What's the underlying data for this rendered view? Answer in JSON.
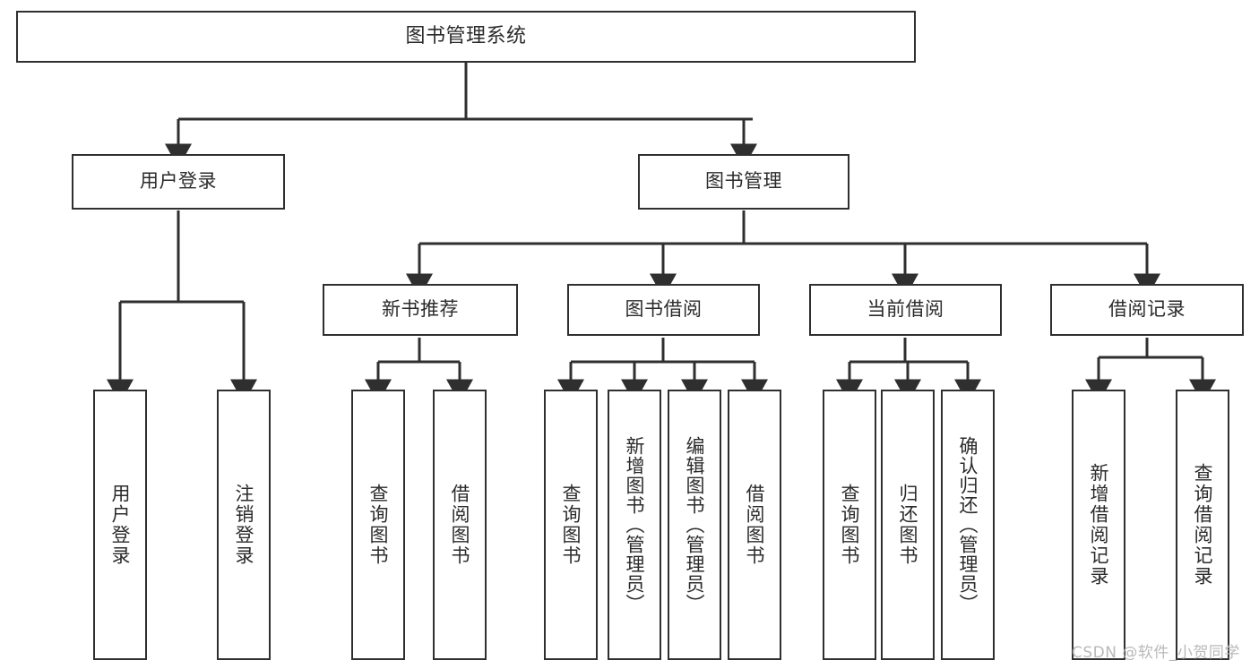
{
  "diagram": {
    "title": "图书管理系统",
    "type": "tree-hierarchy",
    "levels": 4,
    "colors": {
      "stroke": "#2f2f2f",
      "fill": "#ffffff",
      "text": "#2b2b2b",
      "watermark": "#b9b9b9"
    },
    "nodes": {
      "root": {
        "label": "图书管理系统"
      },
      "level2": [
        {
          "label": "用户登录"
        },
        {
          "label": "图书管理"
        }
      ],
      "level3": [
        {
          "label": "新书推荐"
        },
        {
          "label": "图书借阅"
        },
        {
          "label": "当前借阅"
        },
        {
          "label": "借阅记录"
        }
      ],
      "leaves": {
        "user_login": [
          {
            "label": "用户登录"
          },
          {
            "label": "注销登录"
          }
        ],
        "new_book_recommend": [
          {
            "label": "查询图书"
          },
          {
            "label": "借阅图书"
          }
        ],
        "book_borrow": [
          {
            "label": "查询图书"
          },
          {
            "label": "新增图书（管理员）"
          },
          {
            "label": "编辑图书（管理员）"
          },
          {
            "label": "借阅图书"
          }
        ],
        "current_borrow": [
          {
            "label": "查询图书"
          },
          {
            "label": "归还图书"
          },
          {
            "label": "确认归还（管理员）"
          }
        ],
        "borrow_record": [
          {
            "label": "新增借阅记录"
          },
          {
            "label": "查询借阅记录"
          }
        ]
      }
    },
    "edges": [
      {
        "from": "图书管理系统",
        "to": "用户登录"
      },
      {
        "from": "图书管理系统",
        "to": "图书管理"
      },
      {
        "from": "用户登录",
        "to": "用户登录"
      },
      {
        "from": "用户登录",
        "to": "注销登录"
      },
      {
        "from": "图书管理",
        "to": "新书推荐"
      },
      {
        "from": "图书管理",
        "to": "图书借阅"
      },
      {
        "from": "图书管理",
        "to": "当前借阅"
      },
      {
        "from": "图书管理",
        "to": "借阅记录"
      },
      {
        "from": "新书推荐",
        "to": "查询图书"
      },
      {
        "from": "新书推荐",
        "to": "借阅图书"
      },
      {
        "from": "图书借阅",
        "to": "查询图书"
      },
      {
        "from": "图书借阅",
        "to": "新增图书（管理员）"
      },
      {
        "from": "图书借阅",
        "to": "编辑图书（管理员）"
      },
      {
        "from": "图书借阅",
        "to": "借阅图书"
      },
      {
        "from": "当前借阅",
        "to": "查询图书"
      },
      {
        "from": "当前借阅",
        "to": "归还图书"
      },
      {
        "from": "当前借阅",
        "to": "确认归还（管理员）"
      },
      {
        "from": "借阅记录",
        "to": "新增借阅记录"
      },
      {
        "from": "借阅记录",
        "to": "查询借阅记录"
      }
    ]
  },
  "watermark": {
    "text": "CSDN @软件_小贺同学"
  }
}
